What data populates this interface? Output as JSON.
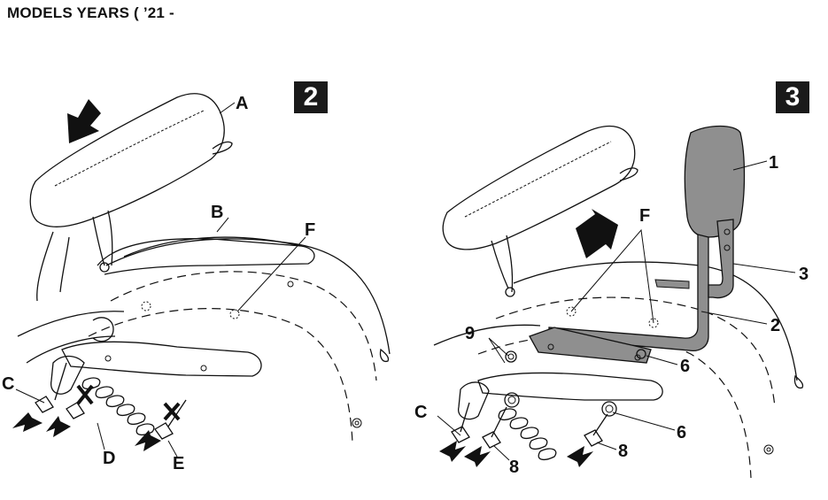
{
  "header": {
    "title": "MODELS YEARS ( ’21 -"
  },
  "steps": [
    {
      "badge": "2",
      "labels": {
        "A": "A",
        "B": "B",
        "C": "C",
        "D": "D",
        "E": "E",
        "F": "F"
      }
    },
    {
      "badge": "3",
      "labels": {
        "n1": "1",
        "n2": "2",
        "n3": "3",
        "n6a": "6",
        "n6b": "6",
        "n8a": "8",
        "n8b": "8",
        "n9": "9",
        "C": "C",
        "F": "F"
      }
    }
  ],
  "colors": {
    "ink": "#111111",
    "badge_bg": "#1a1a1a",
    "part_fill": "#8f8f8f"
  }
}
